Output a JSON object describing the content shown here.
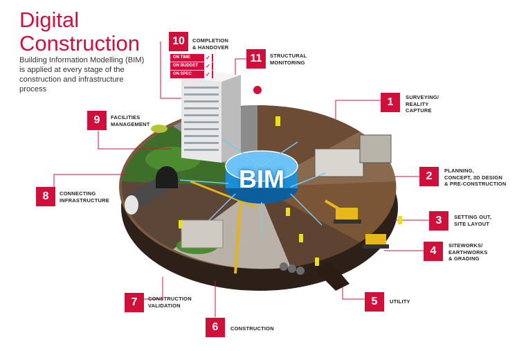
{
  "title_line1": "Digital",
  "title_line2": "Construction",
  "subtitle_line1": "Building Information Modelling (BIM)",
  "subtitle_line2": "is applied at every stage of the",
  "subtitle_line3": "construction and infrastructure process",
  "center_label": "BIM",
  "checklist": [
    "ON TIME",
    "ON BUDGET",
    "ON SPEC"
  ],
  "colors": {
    "accent": "#d0103a",
    "bim_blue": "#1d8fd6",
    "ground": "#6b4a34",
    "grass": "#3f7f2a"
  },
  "steps": [
    {
      "number": "1",
      "lines": [
        "SURVEYING/",
        "REALITY",
        "CAPTURE"
      ]
    },
    {
      "number": "2",
      "lines": [
        "PLANNING,",
        "CONCEPT, 3D DESIGN",
        "& PRE-CONSTRUCTION"
      ]
    },
    {
      "number": "3",
      "lines": [
        "SETTING OUT,",
        "SITE LAYOUT"
      ]
    },
    {
      "number": "4",
      "lines": [
        "SITEWORKS/",
        "EARTHWORKS",
        "& GRADING"
      ]
    },
    {
      "number": "5",
      "lines": [
        "UTILITY"
      ]
    },
    {
      "number": "6",
      "lines": [
        "CONSTRUCTION"
      ]
    },
    {
      "number": "7",
      "lines": [
        "CONSTRUCTION",
        "VALIDATION"
      ]
    },
    {
      "number": "8",
      "lines": [
        "CONNECTING",
        "INFRASTRUCTURE"
      ]
    },
    {
      "number": "9",
      "lines": [
        "FACILITIES",
        "MANAGEMENT"
      ]
    },
    {
      "number": "10",
      "lines": [
        "COMPLETION",
        "& HANDOVER"
      ]
    },
    {
      "number": "11",
      "lines": [
        "STRUCTURAL",
        "MONITORING"
      ]
    }
  ]
}
